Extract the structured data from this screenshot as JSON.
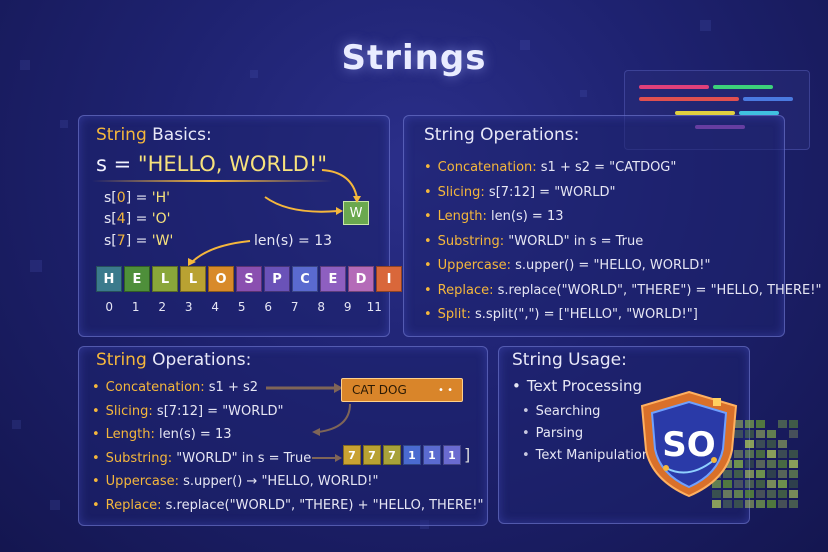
{
  "title": "Strings",
  "basics": {
    "title_accent": "String",
    "title_rest": "Basics:",
    "assign_var": "s =",
    "assign_val": "\"HELLO, WORLD!\"",
    "index_rows": [
      {
        "pre": "s[",
        "n": "0",
        "post": "] =",
        "val": "'H'"
      },
      {
        "pre": "s[",
        "n": "4",
        "post": "] =",
        "val": "'O'"
      },
      {
        "pre": "s[",
        "n": "7",
        "post": "] =",
        "val": "'W'"
      }
    ],
    "w_box": "W",
    "len_label": "len(s) = 13",
    "cells": [
      "H",
      "E",
      "L",
      "L",
      "O",
      "S",
      "P",
      "C",
      "E",
      "D",
      "I"
    ],
    "cell_colors": [
      "#3b7a8c",
      "#4e8f3a",
      "#8aa63a",
      "#b9a232",
      "#d88a2a",
      "#8a4fb0",
      "#6a52b8",
      "#5a6ad0",
      "#8e5fc0",
      "#b46ab8",
      "#d9673a"
    ],
    "indices": [
      "0",
      "1",
      "2",
      "3",
      "4",
      "5",
      "6",
      "7",
      "8",
      "9",
      "11"
    ]
  },
  "ops_right": {
    "title": "String Operations:",
    "items": [
      {
        "key": "Concatenation:",
        "val": "s1 + s2 = \"CATDOG\""
      },
      {
        "key": "Slicing:",
        "val": "s[7:12] = \"WORLD\""
      },
      {
        "key": "Length:",
        "val": "len(s) = 13"
      },
      {
        "key": "Substring:",
        "val": "\"WORLD\" in s = True"
      },
      {
        "key": "Uppercase:",
        "val": "s.upper() = \"HELLO, WORLD!\""
      },
      {
        "key": "Replace:",
        "val": "s.replace(\"WORLD\", \"THERE\") = \"HELLO, THERE!\""
      },
      {
        "key": "Split:",
        "val": "s.split(\",\") = [\"HELLO\", \"WORLD!\"]"
      }
    ]
  },
  "ops_left": {
    "title_accent": "String",
    "title_rest": "Operations:",
    "items": [
      {
        "key": "Concatenation:",
        "val": "s1 + s2"
      },
      {
        "key": "Slicing:",
        "val": "s[7:12] = \"WORLD\""
      },
      {
        "key": "Length:",
        "val": "len(s) = 13"
      },
      {
        "key": "Substring:",
        "val": "\"WORLD\" in s = True"
      },
      {
        "key": "Uppercase:",
        "val": "s.upper() → \"HELLO, WORLD!\""
      },
      {
        "key": "Replace:",
        "val": "s.replace(\"WORLD\", \"THERE) + \"HELLO, THERE!\""
      }
    ],
    "catdog": "CAT DOG",
    "catdog_dots": "• •",
    "sevens": [
      "7",
      "7",
      "7",
      "1",
      "1",
      "1"
    ]
  },
  "usage": {
    "title": "String Usage:",
    "main": "Text Processing",
    "subs": [
      "Searching",
      "Parsing",
      "Text Manipulation"
    ],
    "badge": "SO"
  },
  "colors": {
    "accent": "#f5b73c",
    "string": "#f7e27c",
    "panel_border": "#969fff"
  }
}
